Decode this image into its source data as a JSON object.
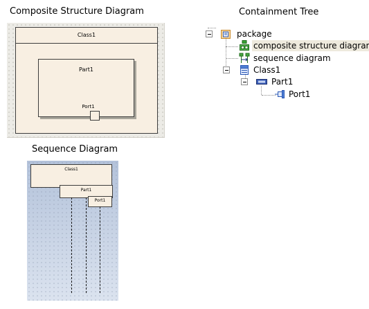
{
  "headings": {
    "composite": "Composite Structure Diagram",
    "containment": "Containment Tree",
    "sequence": "Sequence Diagram"
  },
  "composite_diagram": {
    "class_name": "Class1",
    "part_name": "Part1",
    "port_name": "Port1"
  },
  "sequence_diagram": {
    "class_name": "Class1",
    "part_name": "Part1",
    "port_name": "Port1"
  },
  "tree": {
    "items": [
      {
        "label": "package",
        "icon": "package-icon"
      },
      {
        "label": "composite structure diagram",
        "icon": "composite-structure-diagram-icon"
      },
      {
        "label": "sequence diagram",
        "icon": "sequence-diagram-icon"
      },
      {
        "label": "Class1",
        "icon": "class-icon"
      },
      {
        "label": "Part1",
        "icon": "part-icon"
      },
      {
        "label": "Port1",
        "icon": "port-icon"
      }
    ]
  }
}
